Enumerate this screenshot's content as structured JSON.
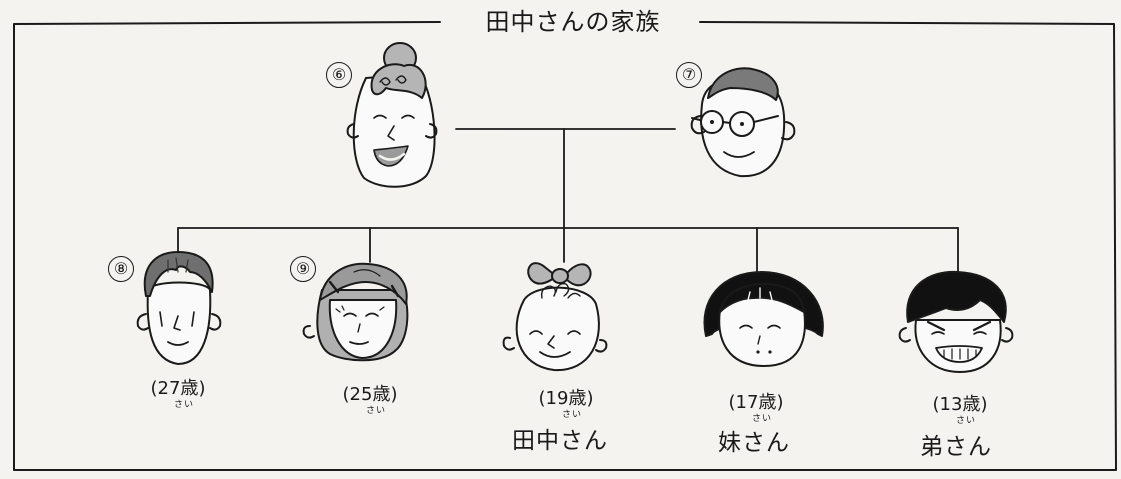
{
  "title": "田中さんの家族",
  "parents": [
    {
      "number": "⑥"
    },
    {
      "number": "⑦"
    }
  ],
  "children": [
    {
      "number": "⑧",
      "age": "(27歳)",
      "furigana": "さい",
      "name": ""
    },
    {
      "number": "⑨",
      "age": "(25歳)",
      "furigana": "さい",
      "name": ""
    },
    {
      "number": "",
      "age": "(19歳)",
      "furigana": "さい",
      "name": "田中さん"
    },
    {
      "number": "",
      "age": "(17歳)",
      "furigana": "さい",
      "name": "妹さん"
    },
    {
      "number": "",
      "age": "(13歳)",
      "furigana": "さい",
      "name": "弟さん"
    }
  ]
}
